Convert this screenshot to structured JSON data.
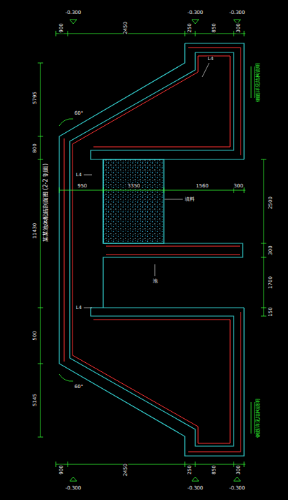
{
  "diagram": {
    "title": "某某池体配筋剖面图 (2-2 剖面)",
    "labels": [
      "-0.300",
      "-0.300",
      "-0.300",
      "900",
      "2450",
      "250",
      "850",
      "300",
      "5795",
      "800",
      "11430",
      "500",
      "5145",
      "950",
      "3350",
      "1560",
      "300",
      "2500",
      "300",
      "1700",
      "150",
      "60°",
      "60°",
      "填料",
      "池",
      "L4",
      "L4",
      "L4",
      "900",
      "2450",
      "250",
      "850",
      "300",
      "-0.300",
      "-0.300",
      "-0.300",
      "钢筋详见结构说明",
      "钢筋详见结构说明"
    ]
  }
}
